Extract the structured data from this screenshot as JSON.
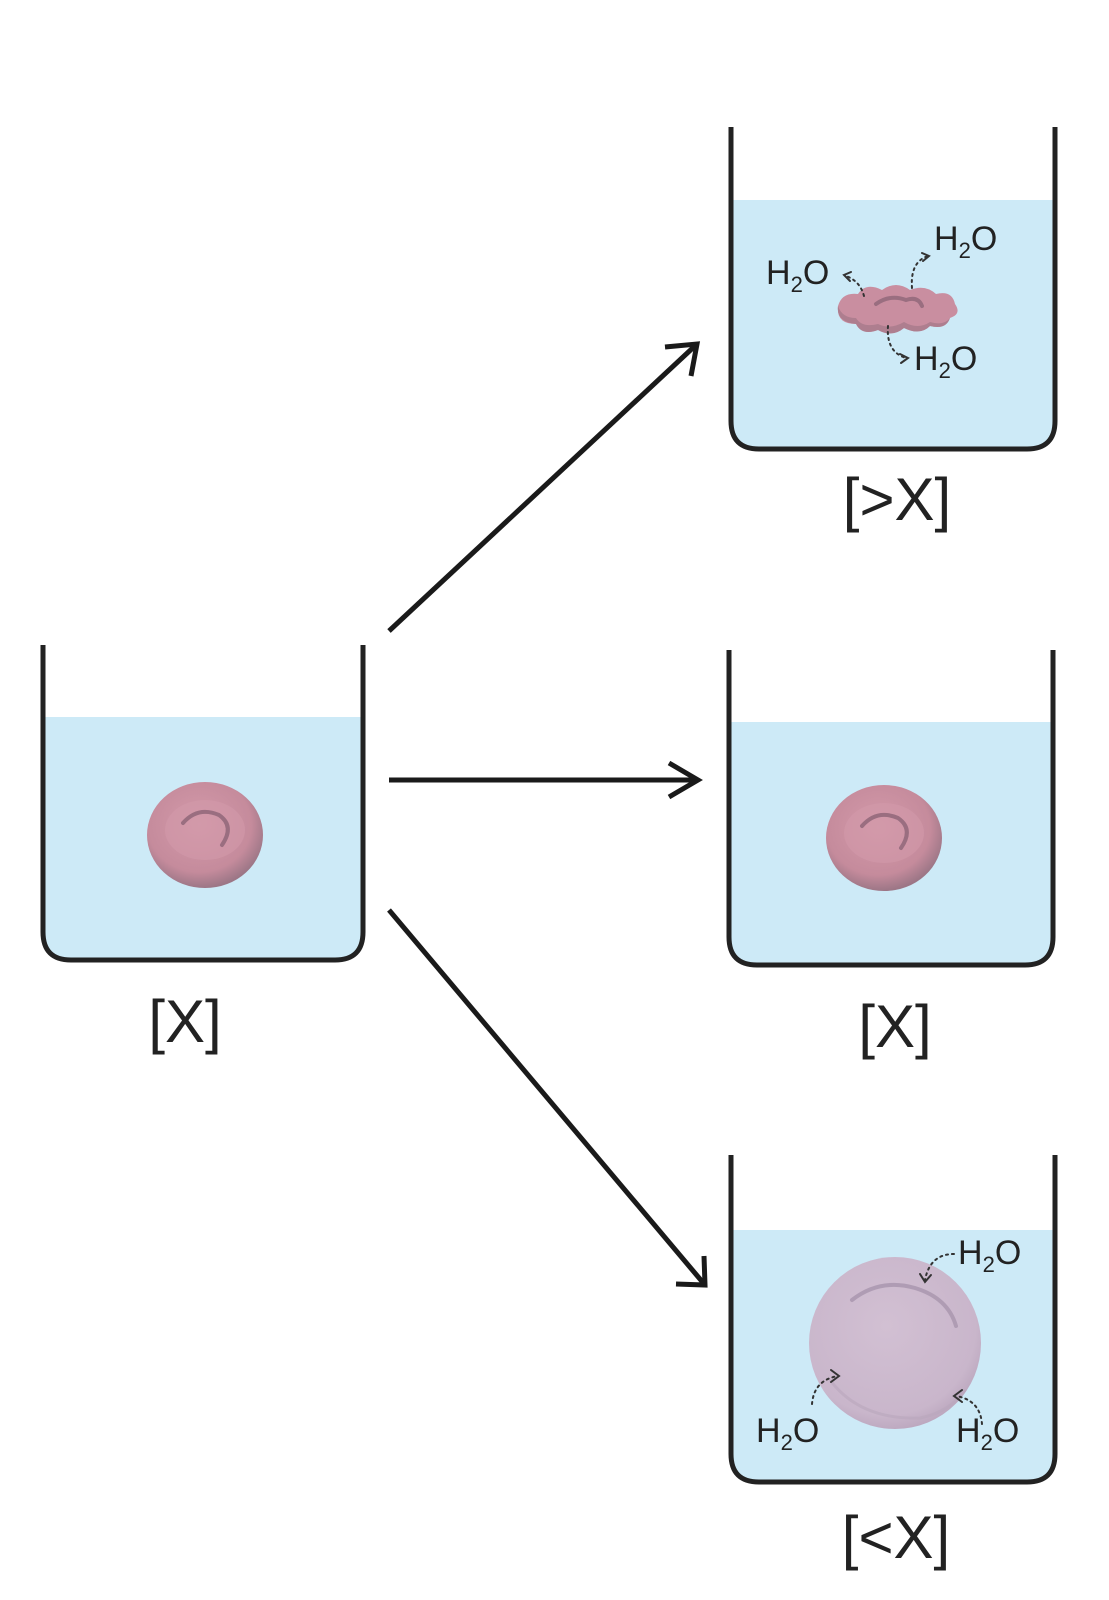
{
  "beakers": {
    "start": {
      "label": "[X]"
    },
    "hypertonic": {
      "label": "[>X]"
    },
    "isotonic": {
      "label": "[X]"
    },
    "hypotonic": {
      "label": "[<X]"
    }
  },
  "water_molecule": {
    "main": "H",
    "sub": "2",
    "tail": "O"
  },
  "colors": {
    "solution": "#cdeaf7",
    "cell_normal": "#c98ea0",
    "cell_swollen": "#cdbcd0",
    "outline": "#222222"
  }
}
